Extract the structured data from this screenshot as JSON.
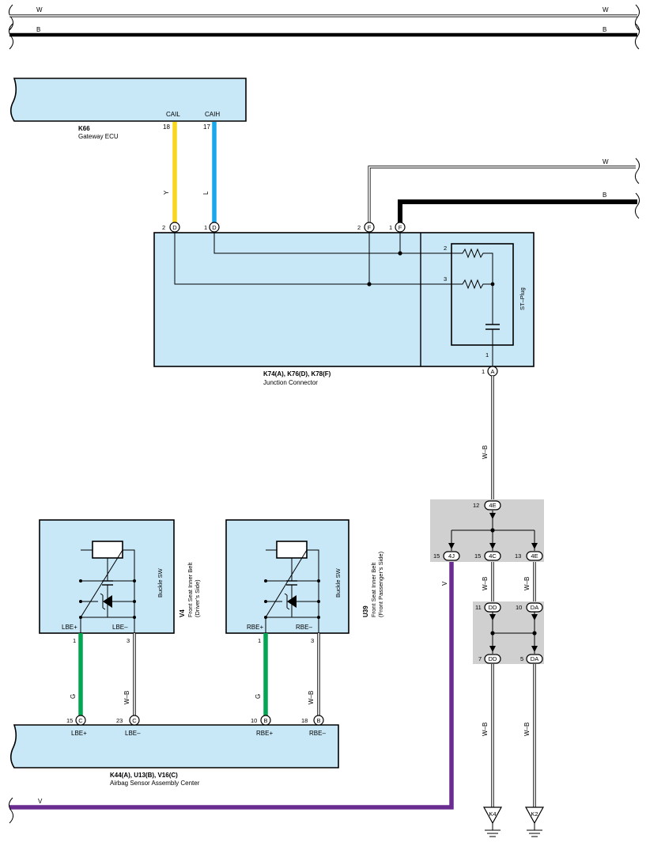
{
  "colors": {
    "yellow": "#f9d71c",
    "blue": "#1aa7ec",
    "green": "#00a651",
    "violet": "#6a2c91",
    "box_fill": "#c8e8f8",
    "splice_fill": "#d0d0d0"
  },
  "top_wires": {
    "w": "W",
    "b": "B"
  },
  "gateway": {
    "code": "K66",
    "name": "Gateway ECU",
    "pin_l_label": "CAIL",
    "pin_h_label": "CAIH",
    "pin_l_num": "18",
    "pin_h_num": "17",
    "wire_l": "Y",
    "wire_h": "L"
  },
  "junction": {
    "code": "K74(A), K76(D), K78(F)",
    "name": "Junction Connector",
    "pin_d2": "2",
    "pin_d1": "1",
    "pin_f2": "2",
    "pin_f1": "1",
    "conn_d": "D",
    "conn_f": "F",
    "conn_a": "A",
    "wire_w": "W",
    "wire_b": "B",
    "st_plug": "ST–Plug",
    "st_pin2": "2",
    "st_pin3": "3",
    "st_pin1": "1",
    "pin_a1": "1",
    "out_wire": "W–B"
  },
  "splice_upper": {
    "in_num": "12",
    "in_conn": "4E",
    "out1_num": "15",
    "out1_conn": "4J",
    "out2_num": "15",
    "out2_conn": "4C",
    "out3_num": "13",
    "out3_conn": "4E",
    "wire_v": "V",
    "wire_wb1": "W–B",
    "wire_wb2": "W–B"
  },
  "splice_lower": {
    "in1_num": "11",
    "in1_conn": "DD",
    "in2_num": "10",
    "in2_conn": "DA",
    "out1_num": "7",
    "out1_conn": "DD",
    "out2_num": "5",
    "out2_conn": "DA",
    "wire_wb1": "W–B",
    "wire_wb2": "W–B"
  },
  "grounds": {
    "g1": "K4",
    "g2": "K2"
  },
  "v4": {
    "code": "V4",
    "name_line1": "Front Seat Inner Belt",
    "name_line2": "(Driver’s Side)",
    "switch_label": "Buckle SW",
    "pin_plus_label": "LBE+",
    "pin_minus_label": "LBE–",
    "pin_plus_num": "1",
    "pin_minus_num": "3",
    "wire_plus": "G",
    "wire_minus": "W–B"
  },
  "u39": {
    "code": "U39",
    "name_line1": "Front Seat Inner Belt",
    "name_line2": "(Front Passenger’s Side)",
    "switch_label": "Buckle SW",
    "pin_plus_label": "RBE+",
    "pin_minus_label": "RBE–",
    "pin_plus_num": "1",
    "pin_minus_num": "3",
    "wire_plus": "G",
    "wire_minus": "W–B"
  },
  "airbag": {
    "code": "K44(A), U13(B), V16(C)",
    "name": "Airbag Sensor Assembly Center",
    "p1_num": "15",
    "p1_conn": "C",
    "p1_label": "LBE+",
    "p2_num": "23",
    "p2_conn": "C",
    "p2_label": "LBE–",
    "p3_num": "10",
    "p3_conn": "B",
    "p3_label": "RBE+",
    "p4_num": "18",
    "p4_conn": "B",
    "p4_label": "RBE–"
  },
  "bottom_wire": {
    "v": "V"
  }
}
